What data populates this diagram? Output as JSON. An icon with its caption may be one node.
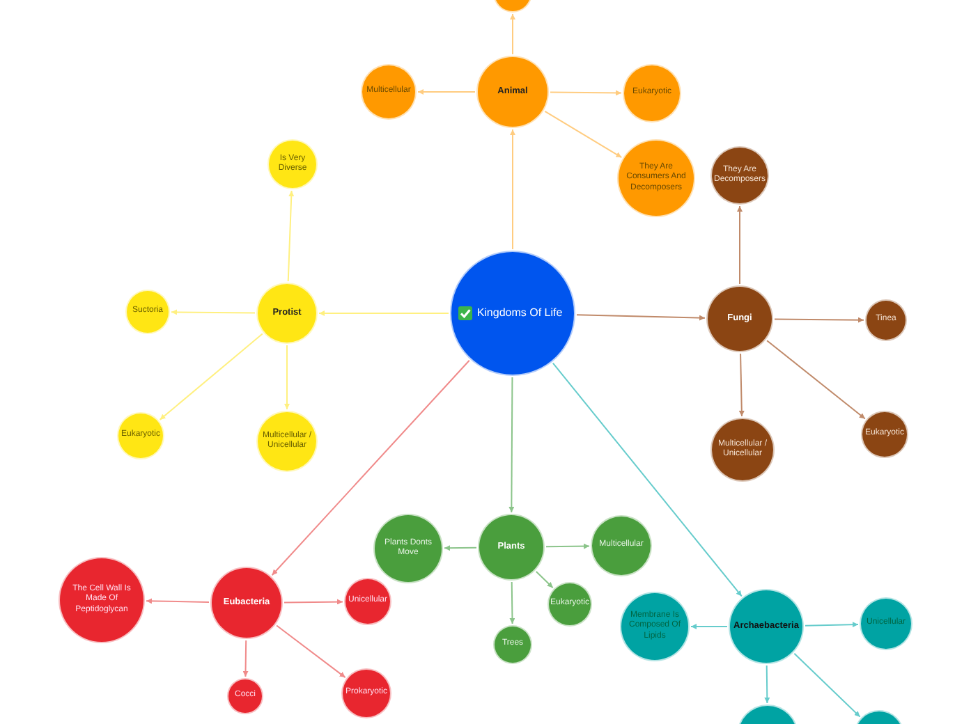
{
  "diagram": {
    "nodes": [
      {
        "text": [
          "Kingdoms Of Life"
        ]
      },
      {
        "text": [
          "Animal"
        ]
      },
      {
        "text": [],
        "shape": "circle"
      },
      {
        "text": [
          "Multicellular"
        ]
      },
      {
        "text": [
          "Eukaryotic"
        ]
      },
      {
        "text": [
          "They Are Consumers And Decomposers"
        ]
      },
      {
        "text": [
          "Protist"
        ]
      },
      {
        "text": [
          "Is Very Diverse"
        ]
      },
      {
        "text": [
          "Suctoria"
        ]
      },
      {
        "text": [
          "Eukaryotic"
        ]
      },
      {
        "text": [
          "Multicellular / Unicellular"
        ]
      },
      {
        "text": [
          "Fungi"
        ]
      },
      {
        "text": [
          "They Are Decomposers"
        ]
      },
      {
        "text": [
          "Tinea"
        ]
      },
      {
        "text": [
          "Multicellular / Unicellular"
        ]
      },
      {
        "text": [
          "Eukaryotic"
        ]
      },
      {
        "text": [
          "Plants"
        ]
      },
      {
        "text": [
          "Plants Donts Move"
        ]
      },
      {
        "text": [
          "Multicellular"
        ]
      },
      {
        "text": [
          "Eukaryotic"
        ]
      },
      {
        "text": [
          "Trees"
        ]
      },
      {
        "text": [
          "Eubacteria"
        ]
      },
      {
        "text": [
          "The Cell Wall Is Made Of Peptidoglycan"
        ]
      },
      {
        "text": [
          "Unicellular"
        ]
      },
      {
        "text": [
          "Cocci"
        ]
      },
      {
        "text": [
          "Prokaryotic"
        ]
      },
      {
        "text": [
          "Archaebacteria"
        ]
      },
      {
        "text": [
          "Membrane Is Composed Of Lipids"
        ]
      },
      {
        "text": [
          "Unicellular"
        ]
      },
      {
        "text": [],
        "shape": "circle"
      },
      {
        "text": [],
        "shape": "circle"
      }
    ],
    "edges": [
      {
        "from": 0,
        "to": 1,
        "arrow": "to",
        "color": "#ffcc80"
      },
      {
        "from": 0,
        "to": 6,
        "arrow": "to",
        "color": "#fff080"
      },
      {
        "from": 0,
        "to": 11,
        "arrow": "to",
        "color": "#c08a6a"
      },
      {
        "from": 0,
        "to": 16,
        "arrow": "to",
        "color": "#8bc48a"
      },
      {
        "from": 0,
        "to": 21,
        "arrow": "to",
        "color": "#f08a8a"
      },
      {
        "from": 0,
        "to": 26,
        "arrow": "to",
        "color": "#66cccc"
      },
      {
        "from": 1,
        "to": 2,
        "arrow": "to",
        "color": "#ffcc80"
      },
      {
        "from": 1,
        "to": 3,
        "arrow": "to",
        "color": "#ffcc80"
      },
      {
        "from": 1,
        "to": 4,
        "arrow": "to",
        "color": "#ffcc80"
      },
      {
        "from": 1,
        "to": 5,
        "arrow": "to",
        "color": "#ffcc80"
      },
      {
        "from": 6,
        "to": 7,
        "arrow": "to",
        "color": "#fff080"
      },
      {
        "from": 6,
        "to": 8,
        "arrow": "to",
        "color": "#fff080"
      },
      {
        "from": 6,
        "to": 9,
        "arrow": "to",
        "color": "#fff080"
      },
      {
        "from": 6,
        "to": 10,
        "arrow": "to",
        "color": "#fff080"
      },
      {
        "from": 11,
        "to": 12,
        "arrow": "to",
        "color": "#c08a6a"
      },
      {
        "from": 11,
        "to": 13,
        "arrow": "to",
        "color": "#c08a6a"
      },
      {
        "from": 11,
        "to": 14,
        "arrow": "to",
        "color": "#c08a6a"
      },
      {
        "from": 11,
        "to": 15,
        "arrow": "to",
        "color": "#c08a6a"
      },
      {
        "from": 16,
        "to": 17,
        "arrow": "to",
        "color": "#8bc48a"
      },
      {
        "from": 16,
        "to": 18,
        "arrow": "to",
        "color": "#8bc48a"
      },
      {
        "from": 16,
        "to": 19,
        "arrow": "to",
        "color": "#8bc48a"
      },
      {
        "from": 16,
        "to": 20,
        "arrow": "to",
        "color": "#8bc48a"
      },
      {
        "from": 21,
        "to": 22,
        "arrow": "to",
        "color": "#f08a8a"
      },
      {
        "from": 21,
        "to": 23,
        "arrow": "to",
        "color": "#f08a8a"
      },
      {
        "from": 21,
        "to": 24,
        "arrow": "to",
        "color": "#f08a8a"
      },
      {
        "from": 21,
        "to": 25,
        "arrow": "to",
        "color": "#f08a8a"
      },
      {
        "from": 26,
        "to": 27,
        "arrow": "to",
        "color": "#66cccc"
      },
      {
        "from": 26,
        "to": 28,
        "arrow": "to",
        "color": "#66cccc"
      },
      {
        "from": 26,
        "to": 29,
        "arrow": "to",
        "color": "#66cccc"
      },
      {
        "from": 26,
        "to": 30,
        "arrow": "to",
        "color": "#66cccc"
      }
    ]
  }
}
